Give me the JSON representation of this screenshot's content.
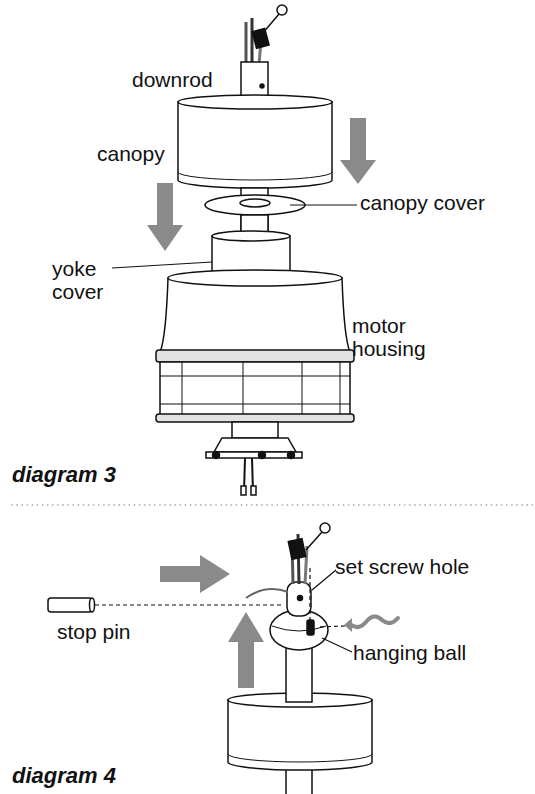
{
  "diagram": {
    "labels": [
      "downrod",
      "canopy",
      "canopy cover",
      "yoke cover",
      "motor housing",
      "diagram 3",
      "set screw hole",
      "stop pin",
      "hanging ball",
      "diagram 4"
    ]
  }
}
